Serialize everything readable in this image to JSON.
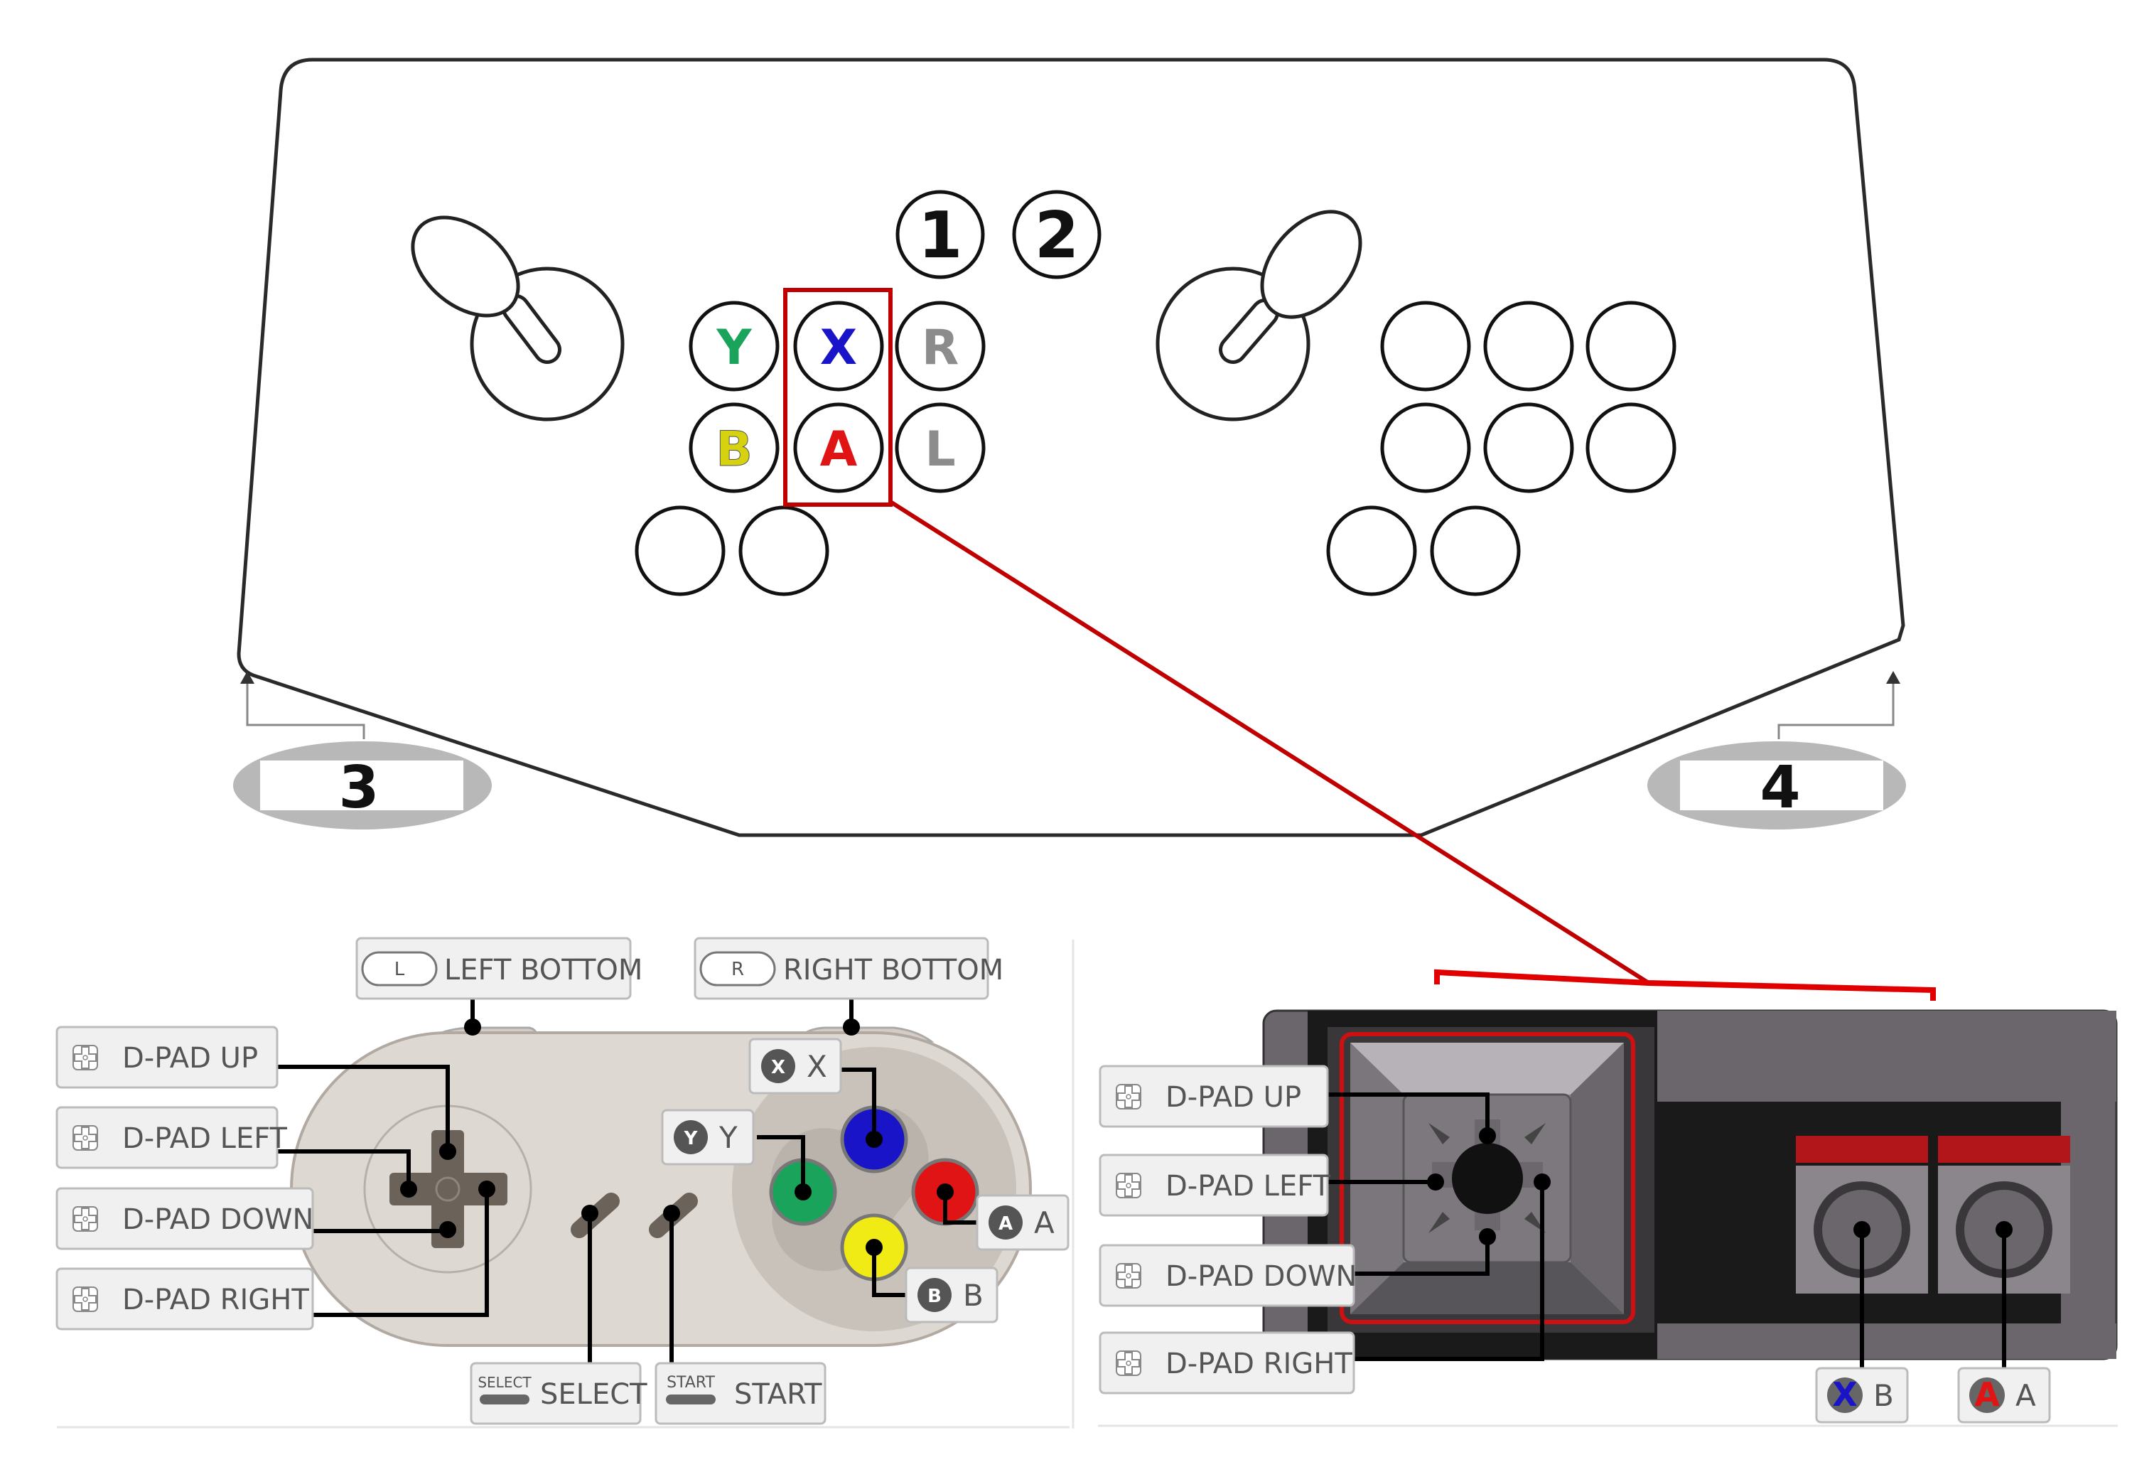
{
  "panel": {
    "player_buttons": [
      "1",
      "2"
    ],
    "player_badges": [
      "3",
      "4"
    ],
    "face_buttons": [
      {
        "label": "Y",
        "color": "#1aa35a"
      },
      {
        "label": "X",
        "color": "#1a14c8"
      },
      {
        "label": "R",
        "color": "#8c8c8c"
      },
      {
        "label": "B",
        "color": "#e3e317"
      },
      {
        "label": "A",
        "color": "#e01414"
      },
      {
        "label": "L",
        "color": "#8c8c8c"
      }
    ],
    "highlight_color": "#c00000"
  },
  "snes": {
    "callouts": {
      "left_bottom": {
        "key": "L",
        "text": "LEFT BOTTOM"
      },
      "right_bottom": {
        "key": "R",
        "text": "RIGHT BOTTOM"
      },
      "dpad_up": "D-PAD UP",
      "dpad_left": "D-PAD LEFT",
      "dpad_down": "D-PAD DOWN",
      "dpad_right": "D-PAD RIGHT",
      "x": {
        "key": "X",
        "text": "X"
      },
      "y": {
        "key": "Y",
        "text": "Y"
      },
      "a": {
        "key": "A",
        "text": "A"
      },
      "b": {
        "key": "B",
        "text": "B"
      },
      "select": {
        "key": "SELECT",
        "text": "SELECT"
      },
      "start": {
        "key": "START",
        "text": "START"
      }
    },
    "button_colors": {
      "x": "#1a14c8",
      "y": "#1aa35a",
      "a": "#e01414",
      "b": "#f0eb14"
    }
  },
  "nes": {
    "callouts": {
      "dpad_up": "D-PAD UP",
      "dpad_left": "D-PAD LEFT",
      "dpad_down": "D-PAD DOWN",
      "dpad_right": "D-PAD RIGHT",
      "b": {
        "key": "X",
        "text": "B"
      },
      "a": {
        "key": "A",
        "text": "A"
      }
    },
    "badge_colors": {
      "b": "#1a14c8",
      "a": "#e01414"
    }
  }
}
